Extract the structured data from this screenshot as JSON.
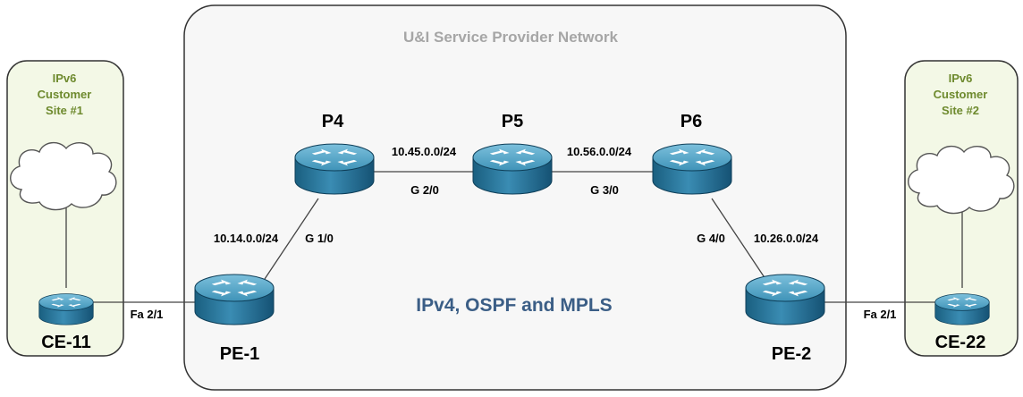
{
  "network": {
    "title": "U&I Service Provider Network",
    "protocols": "IPv4, OSPF and MPLS"
  },
  "sites": {
    "site1": [
      "IPv6",
      "Customer",
      "Site #1"
    ],
    "site2": [
      "IPv6",
      "Customer",
      "Site #2"
    ]
  },
  "routers": {
    "ce11": "CE-11",
    "pe1": "PE-1",
    "p4": "P4",
    "p5": "P5",
    "p6": "P6",
    "pe2": "PE-2",
    "ce22": "CE-22"
  },
  "links": {
    "ce11_pe1_iface": "Fa 2/1",
    "pe1_p4_subnet": "10.14.0.0/24",
    "pe1_p4_iface": "G 1/0",
    "p4_p5_subnet": "10.45.0.0/24",
    "p4_p5_iface": "G 2/0",
    "p5_p6_subnet": "10.56.0.0/24",
    "p5_p6_iface": "G 3/0",
    "p6_pe2_iface": "G 4/0",
    "p6_pe2_subnet": "10.26.0.0/24",
    "pe2_ce22_iface": "Fa 2/1"
  },
  "colors": {
    "router_top": "#4a9bbd",
    "router_side": "#1f6e93",
    "provider_box": "#f7f7f7",
    "site_box": "#f3f8e6",
    "protocol_text": "#3b5e86",
    "site_text": "#6e8a2e"
  }
}
